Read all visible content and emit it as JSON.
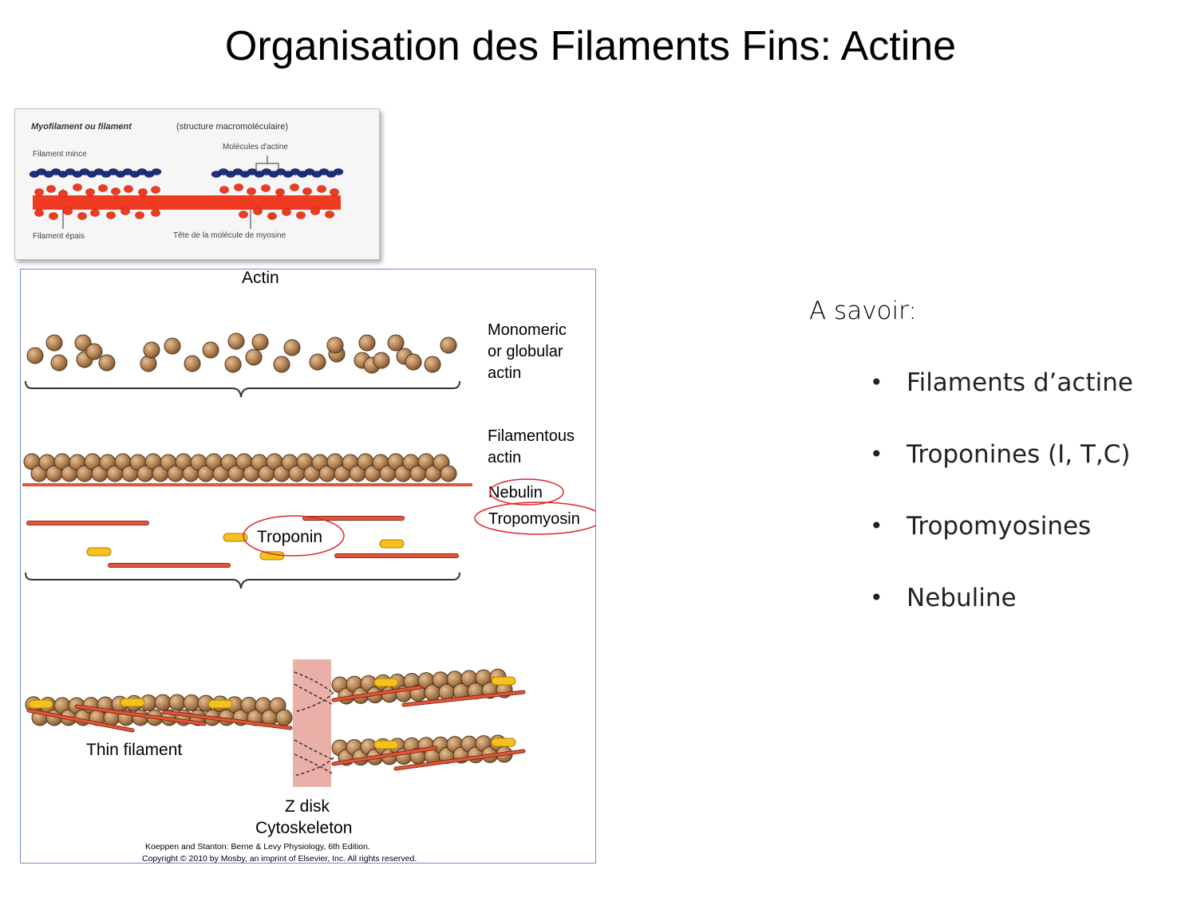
{
  "slide": {
    "title": "Organisation des Filaments Fins: Actine"
  },
  "top_figure": {
    "caption_bold": "Myofilament ou filament",
    "caption_rest": "(structure macromoléculaire)",
    "label_thin": "Filament mince",
    "label_actin_molecules": "Molécules d'actine",
    "label_thick": "Filament épais",
    "label_myosin_head": "Tête de la molécule de myosine"
  },
  "main_figure": {
    "title": "Actin",
    "label_globular": [
      "Monomeric",
      "or globular",
      "actin"
    ],
    "label_filamentous": [
      "Filamentous",
      "actin"
    ],
    "label_nebulin": "Nebulin",
    "label_tropomyosin": "Tropomyosin",
    "label_troponin": "Troponin",
    "label_thin_filament": "Thin filament",
    "label_zdisk": "Z disk",
    "label_cytoskeleton": "Cytoskeleton",
    "credit_line1": "Koeppen and Stanton: Berne & Levy Physiology, 6th Edition.",
    "credit_line2": "Copyright © 2010 by Mosby, an imprint of Elsevier, Inc. All rights reserved.",
    "colors": {
      "actin": "#a8774a",
      "nebulin": "#e2573a",
      "troponin": "#f5c21b",
      "circle": "#e0242a",
      "zdisk": "#eab0a8"
    }
  },
  "right_panel": {
    "heading": "A savoir:",
    "items": [
      "Filaments d’actine",
      "Troponines (I, T,C)",
      "Tropomyosines",
      "Nebuline"
    ]
  }
}
